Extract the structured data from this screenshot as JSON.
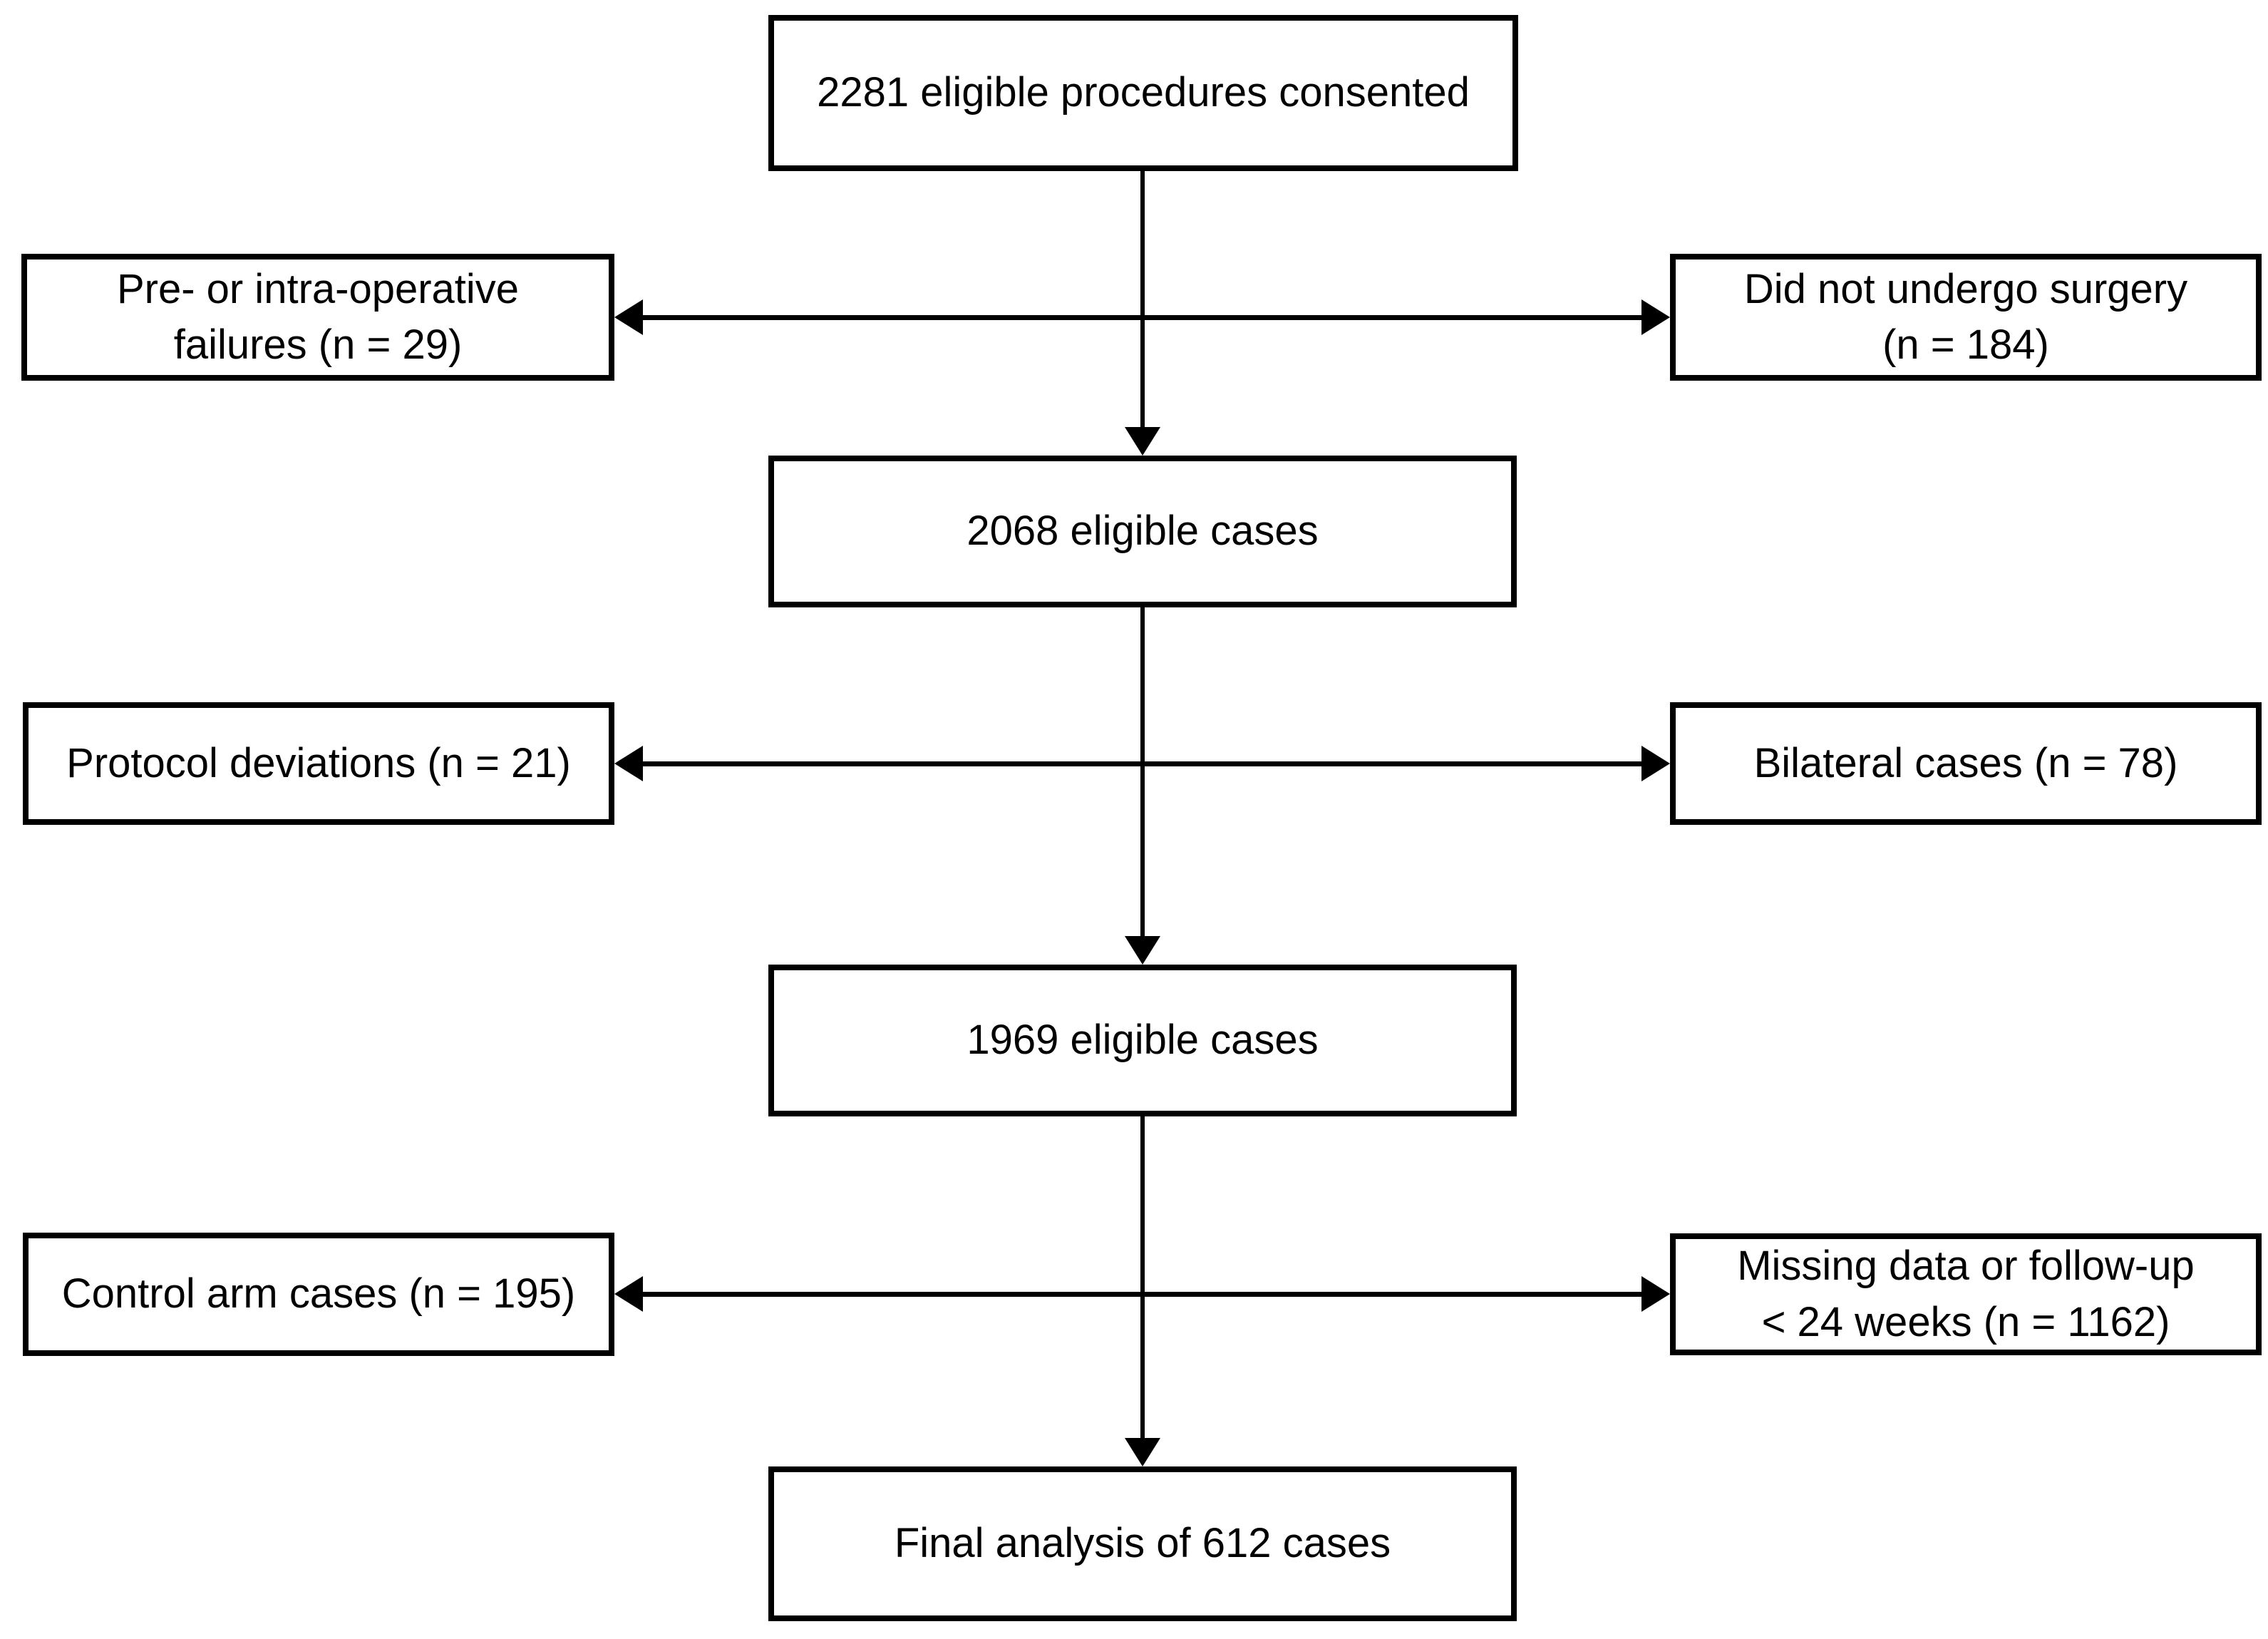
{
  "page": {
    "background_color": "#ffffff"
  },
  "diagram": {
    "type": "flowchart",
    "colors": {
      "box_border": "#000000",
      "text": "#000000",
      "arrow": "#000000",
      "box_fill": "#ffffff"
    },
    "nodes": {
      "consented": {
        "label": "2281 eligible procedures consented"
      },
      "pre_intra_failures": {
        "label": [
          "Pre- or intra-operative",
          "failures (n = 29)"
        ]
      },
      "no_surgery": {
        "label": [
          "Did not undergo surgery",
          "(n = 184)"
        ]
      },
      "eligible_2068": {
        "label": "2068 eligible cases"
      },
      "protocol_deviations": {
        "label": "Protocol deviations (n = 21)"
      },
      "bilateral_cases": {
        "label": "Bilateral cases (n = 78)"
      },
      "eligible_1969": {
        "label": "1969 eligible cases"
      },
      "control_arm": {
        "label": "Control arm cases (n = 195)"
      },
      "missing_data": {
        "label": [
          "Missing data or follow-up",
          "< 24 weeks (n = 1162)"
        ]
      },
      "final_analysis": {
        "label": "Final analysis of 612 cases"
      }
    },
    "edges": [
      {
        "from": "consented",
        "to": "eligible_2068",
        "style": "arrow-down"
      },
      {
        "from": "consented",
        "to": "pre_intra_failures",
        "style": "arrow-left"
      },
      {
        "from": "consented",
        "to": "no_surgery",
        "style": "arrow-right"
      },
      {
        "from": "eligible_2068",
        "to": "eligible_1969",
        "style": "arrow-down"
      },
      {
        "from": "eligible_2068",
        "to": "protocol_deviations",
        "style": "arrow-left"
      },
      {
        "from": "eligible_2068",
        "to": "bilateral_cases",
        "style": "arrow-right"
      },
      {
        "from": "eligible_1969",
        "to": "final_analysis",
        "style": "arrow-down"
      },
      {
        "from": "eligible_1969",
        "to": "control_arm",
        "style": "arrow-left"
      },
      {
        "from": "eligible_1969",
        "to": "missing_data",
        "style": "arrow-right"
      }
    ]
  }
}
